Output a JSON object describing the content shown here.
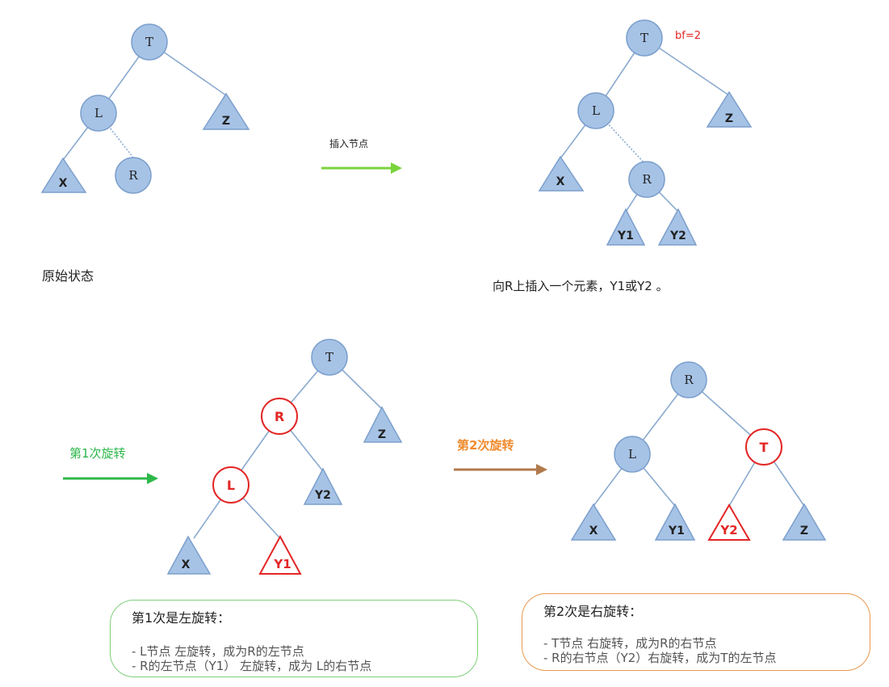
{
  "stage_original": {
    "caption": "原始状态",
    "nodes": {
      "T": "T",
      "L": "L",
      "R": "R"
    },
    "subtrees": {
      "X": "X",
      "Z": "Z"
    }
  },
  "arrow_insert": {
    "label": "插入节点",
    "color": "#7ad43c"
  },
  "stage_inserted": {
    "caption": "向R上插入一个元素，Y1或Y2 。",
    "balance_label": "bf=2",
    "nodes": {
      "T": "T",
      "L": "L",
      "R": "R"
    },
    "subtrees": {
      "X": "X",
      "Z": "Z",
      "Y1": "Y1",
      "Y2": "Y2"
    }
  },
  "arrow_rotate1": {
    "label": "第1次旋转",
    "color": "#2db84a"
  },
  "stage_rotate1": {
    "nodes": {
      "T": "T",
      "R": "R",
      "L": "L"
    },
    "subtrees": {
      "Z": "Z",
      "Y2": "Y2",
      "X": "X",
      "Y1": "Y1"
    }
  },
  "arrow_rotate2": {
    "label": "第2次旋转",
    "color": "#f08a2c",
    "arrow_color": "#b27a4c"
  },
  "stage_rotate2": {
    "nodes": {
      "R": "R",
      "L": "L",
      "T": "T"
    },
    "subtrees": {
      "X": "X",
      "Y1": "Y1",
      "Y2": "Y2",
      "Z": "Z"
    }
  },
  "note_left_rotation": {
    "title": "第1次是左旋转：",
    "lines": [
      "- L节点 左旋转，成为R的左节点",
      "- R的左节点（Y1） 左旋转，成为 L的右节点"
    ],
    "border_color": "#7fcf7a"
  },
  "note_right_rotation": {
    "title": "第2次是右旋转：",
    "lines": [
      "- T节点 右旋转，成为R的右节点",
      "- R的右节点（Y2）右旋转，成为T的左节点"
    ],
    "border_color": "#e89a50"
  },
  "colors": {
    "node_fill": "#a6c3e6",
    "node_stroke": "#7c9fcc",
    "edge": "#8aaacf",
    "highlight": "#e32626"
  }
}
